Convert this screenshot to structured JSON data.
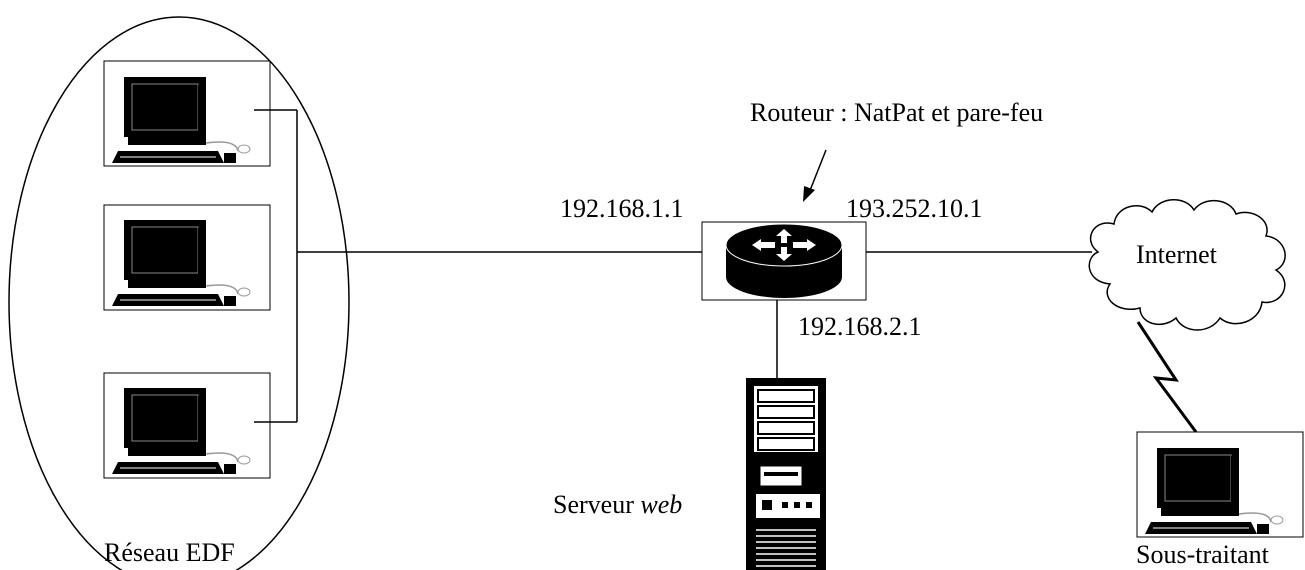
{
  "labels": {
    "router": "Routeur : NatPat et pare-feu",
    "ip_lan": "192.168.1.1",
    "ip_wan": "193.252.10.1",
    "ip_dmz": "192.168.2.1",
    "internet": "Internet",
    "server_prefix": "Serveur ",
    "server_em": "web",
    "network": "Réseau EDF",
    "subcontractor": "Sous-traitant"
  },
  "nodes": {
    "computers": [
      "computer-1",
      "computer-2",
      "computer-3",
      "computer-subcontractor"
    ],
    "router_icon": "router-icon",
    "server_icon": "server-tower-icon",
    "cloud_icon": "internet-cloud-icon",
    "link_icon": "lightning-link-icon"
  },
  "colors": {
    "stroke": "#000000",
    "background": "#ffffff",
    "router_arrow": "#ffffff"
  }
}
